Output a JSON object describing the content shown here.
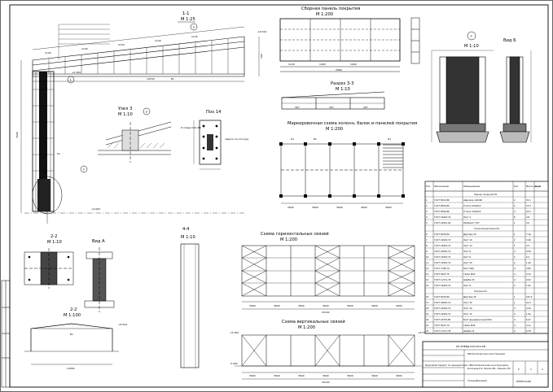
{
  "views": {
    "section_1_1": {
      "title": "1-1",
      "scale": "М 1:25",
      "callouts": [
        "1",
        "2",
        "3"
      ],
      "elev_top": "+6.544",
      "elev_base": "+0.000",
      "elev_mid": "+5.300",
      "dims": [
        "1100",
        "1100",
        "1100",
        "1100",
        "1100",
        "14150",
        "3600",
        "500",
        "Б1",
        "К1"
      ]
    },
    "roof_panel": {
      "title": "Сборная панель покрытия",
      "scale": "М 1:200",
      "dims": [
        "1100",
        "1000",
        "1000",
        "2980"
      ]
    },
    "section_3_3": {
      "title": "Разрез 3-3",
      "scale": "М 1:10",
      "dims": [
        "307",
        "307",
        "307"
      ]
    },
    "node_3": {
      "title": "Узел 3",
      "scale": "М 1:10",
      "callout": "3"
    },
    "plate_14": {
      "title": "Пох 14",
      "labels": [
        "8 отверстий Ø8",
        "сварка по контуру"
      ]
    },
    "view_b": {
      "title": "Вид Б",
      "scale": "М 1:10",
      "callout": "2"
    },
    "marking_plan": {
      "title": "Маркировочная схема колонн, балок и панелей покрытия",
      "scale": "М 1:200",
      "dims": [
        "3600",
        "3600",
        "3600",
        "3600",
        "3600"
      ],
      "labels": [
        "К1",
        "Б1",
        "П1"
      ]
    },
    "section_2_2": {
      "title": "2-2",
      "scale": "М 1:10"
    },
    "view_a": {
      "title": "Вид А"
    },
    "section_2_2b": {
      "title": "2-2",
      "scale": "М 1:100",
      "elev": "+6.544",
      "dims": [
        "14000"
      ],
      "label": "Б1"
    },
    "section_4_4": {
      "title": "4-4",
      "scale": "М 1:10"
    },
    "horiz_bracing": {
      "title": "Схема горизонтальных связей",
      "scale": "М 1:200",
      "dims": [
        "3600",
        "3600",
        "3600",
        "3600",
        "3600",
        "3600",
        "3600"
      ],
      "total": "25100"
    },
    "vert_bracing": {
      "title": "Схема вертикальных связей",
      "scale": "М 1:200",
      "elev_top": "+5.300",
      "elev_right": "+6.544",
      "elev_base": "0.000",
      "dims": [
        "3600",
        "3600",
        "3600",
        "3600",
        "3600",
        "3600",
        "3600"
      ],
      "total": "25100"
    }
  },
  "spec_table": {
    "headers": [
      "Поз.",
      "Обозначение",
      "Наименование",
      "Кол.",
      "Масса ед., кг",
      "Прим."
    ],
    "rows": [
      {
        "pos": "",
        "code": "",
        "name": "Панель покрытия П1",
        "qty": "",
        "mass": ""
      },
      {
        "pos": "1",
        "code": "ГОСТ 8510-86",
        "name": "Швеллер 140х60",
        "qty": "2",
        "mass": "33.1"
      },
      {
        "pos": "2",
        "code": "ГОСТ 8509-86",
        "name": "Уголок 50х50х5",
        "qty": "2",
        "mass": "15.0"
      },
      {
        "pos": "3",
        "code": "ГОСТ 8509-86",
        "name": "Уголок 50х50х5",
        "qty": "4",
        "mass": "10.0"
      },
      {
        "pos": "4",
        "code": "ГОСТ 19903-74",
        "name": "Лист 4",
        "qty": "8",
        "mass": "4.8"
      },
      {
        "pos": "5",
        "code": "ГОСТ 24045-94",
        "name": "Профлист Н57",
        "qty": "1",
        "mass": "4.0"
      },
      {
        "pos": "",
        "code": "",
        "name": "Стропильная балка Б1",
        "qty": "",
        "mass": ""
      },
      {
        "pos": "6",
        "code": "ГОСТ 8239-89",
        "name": "Двутавр 30",
        "qty": "1",
        "mass": "7.16"
      },
      {
        "pos": "7",
        "code": "ГОСТ 19903-74",
        "name": "Лист 10",
        "qty": "2",
        "mass": "3.46"
      },
      {
        "pos": "8",
        "code": "ГОСТ 19903-74",
        "name": "Лист 12",
        "qty": "1",
        "mass": "4.5"
      },
      {
        "pos": "9",
        "code": "ГОСТ 19903-74",
        "name": "Лист 8",
        "qty": "4",
        "mass": "0.59"
      },
      {
        "pos": "10",
        "code": "ГОСТ 19903-74",
        "name": "Лист 6",
        "qty": "2",
        "mass": "0.2"
      },
      {
        "pos": "11",
        "code": "ГОСТ 19903-74",
        "name": "Лист 20",
        "qty": "2",
        "mass": "1.46"
      },
      {
        "pos": "12",
        "code": "ГОСТ 7798-70",
        "name": "Болт М20",
        "qty": "4",
        "mass": "3.84"
      },
      {
        "pos": "13",
        "code": "ГОСТ 5915-70",
        "name": "Гайка М20",
        "qty": "4",
        "mass": "0.15"
      },
      {
        "pos": "14",
        "code": "ГОСТ 11371-78",
        "name": "Шайба 20",
        "qty": "4",
        "mass": "0.02"
      },
      {
        "pos": "15",
        "code": "ГОСТ 19903-74",
        "name": "Лист 8",
        "qty": "2",
        "mass": "1.02"
      },
      {
        "pos": "",
        "code": "",
        "name": "Колонна К1",
        "qty": "",
        "mass": ""
      },
      {
        "pos": "16",
        "code": "ГОСТ 8239-89",
        "name": "Двутавр 30",
        "qty": "1",
        "mass": "187.0"
      },
      {
        "pos": "17",
        "code": "ГОСТ 19903-74",
        "name": "Лист 20",
        "qty": "1",
        "mass": "21.5"
      },
      {
        "pos": "18",
        "code": "ГОСТ 19903-74",
        "name": "Лист 10",
        "qty": "4",
        "mass": "0.44"
      },
      {
        "pos": "19",
        "code": "ГОСТ 19903-74",
        "name": "Лист 12",
        "qty": "4",
        "mass": "1.92"
      },
      {
        "pos": "20",
        "code": "ГОСТ 24379-80",
        "name": "Болт фундаментный М24",
        "qty": "4",
        "mass": "6.47"
      },
      {
        "pos": "21",
        "code": "ГОСТ 5915-70",
        "name": "Гайка М24",
        "qty": "4",
        "mass": "0.11"
      },
      {
        "pos": "22",
        "code": "ГОСТ 11371-78",
        "name": "Шайба 24",
        "qty": "4",
        "mass": "0.78"
      }
    ]
  },
  "title_block": {
    "lines": [
      "КП-ЗНВБД-0411010-КМ",
      "Металлические конструкции",
      "Курсовой проект по дисциплине «Металлические конструкции»",
      "Колонна К1, балка Б1, панель П1",
      "Спецификация",
      "КНИТУ-КАИ"
    ],
    "stage": "У",
    "sheet": "1",
    "sheets": "1"
  }
}
